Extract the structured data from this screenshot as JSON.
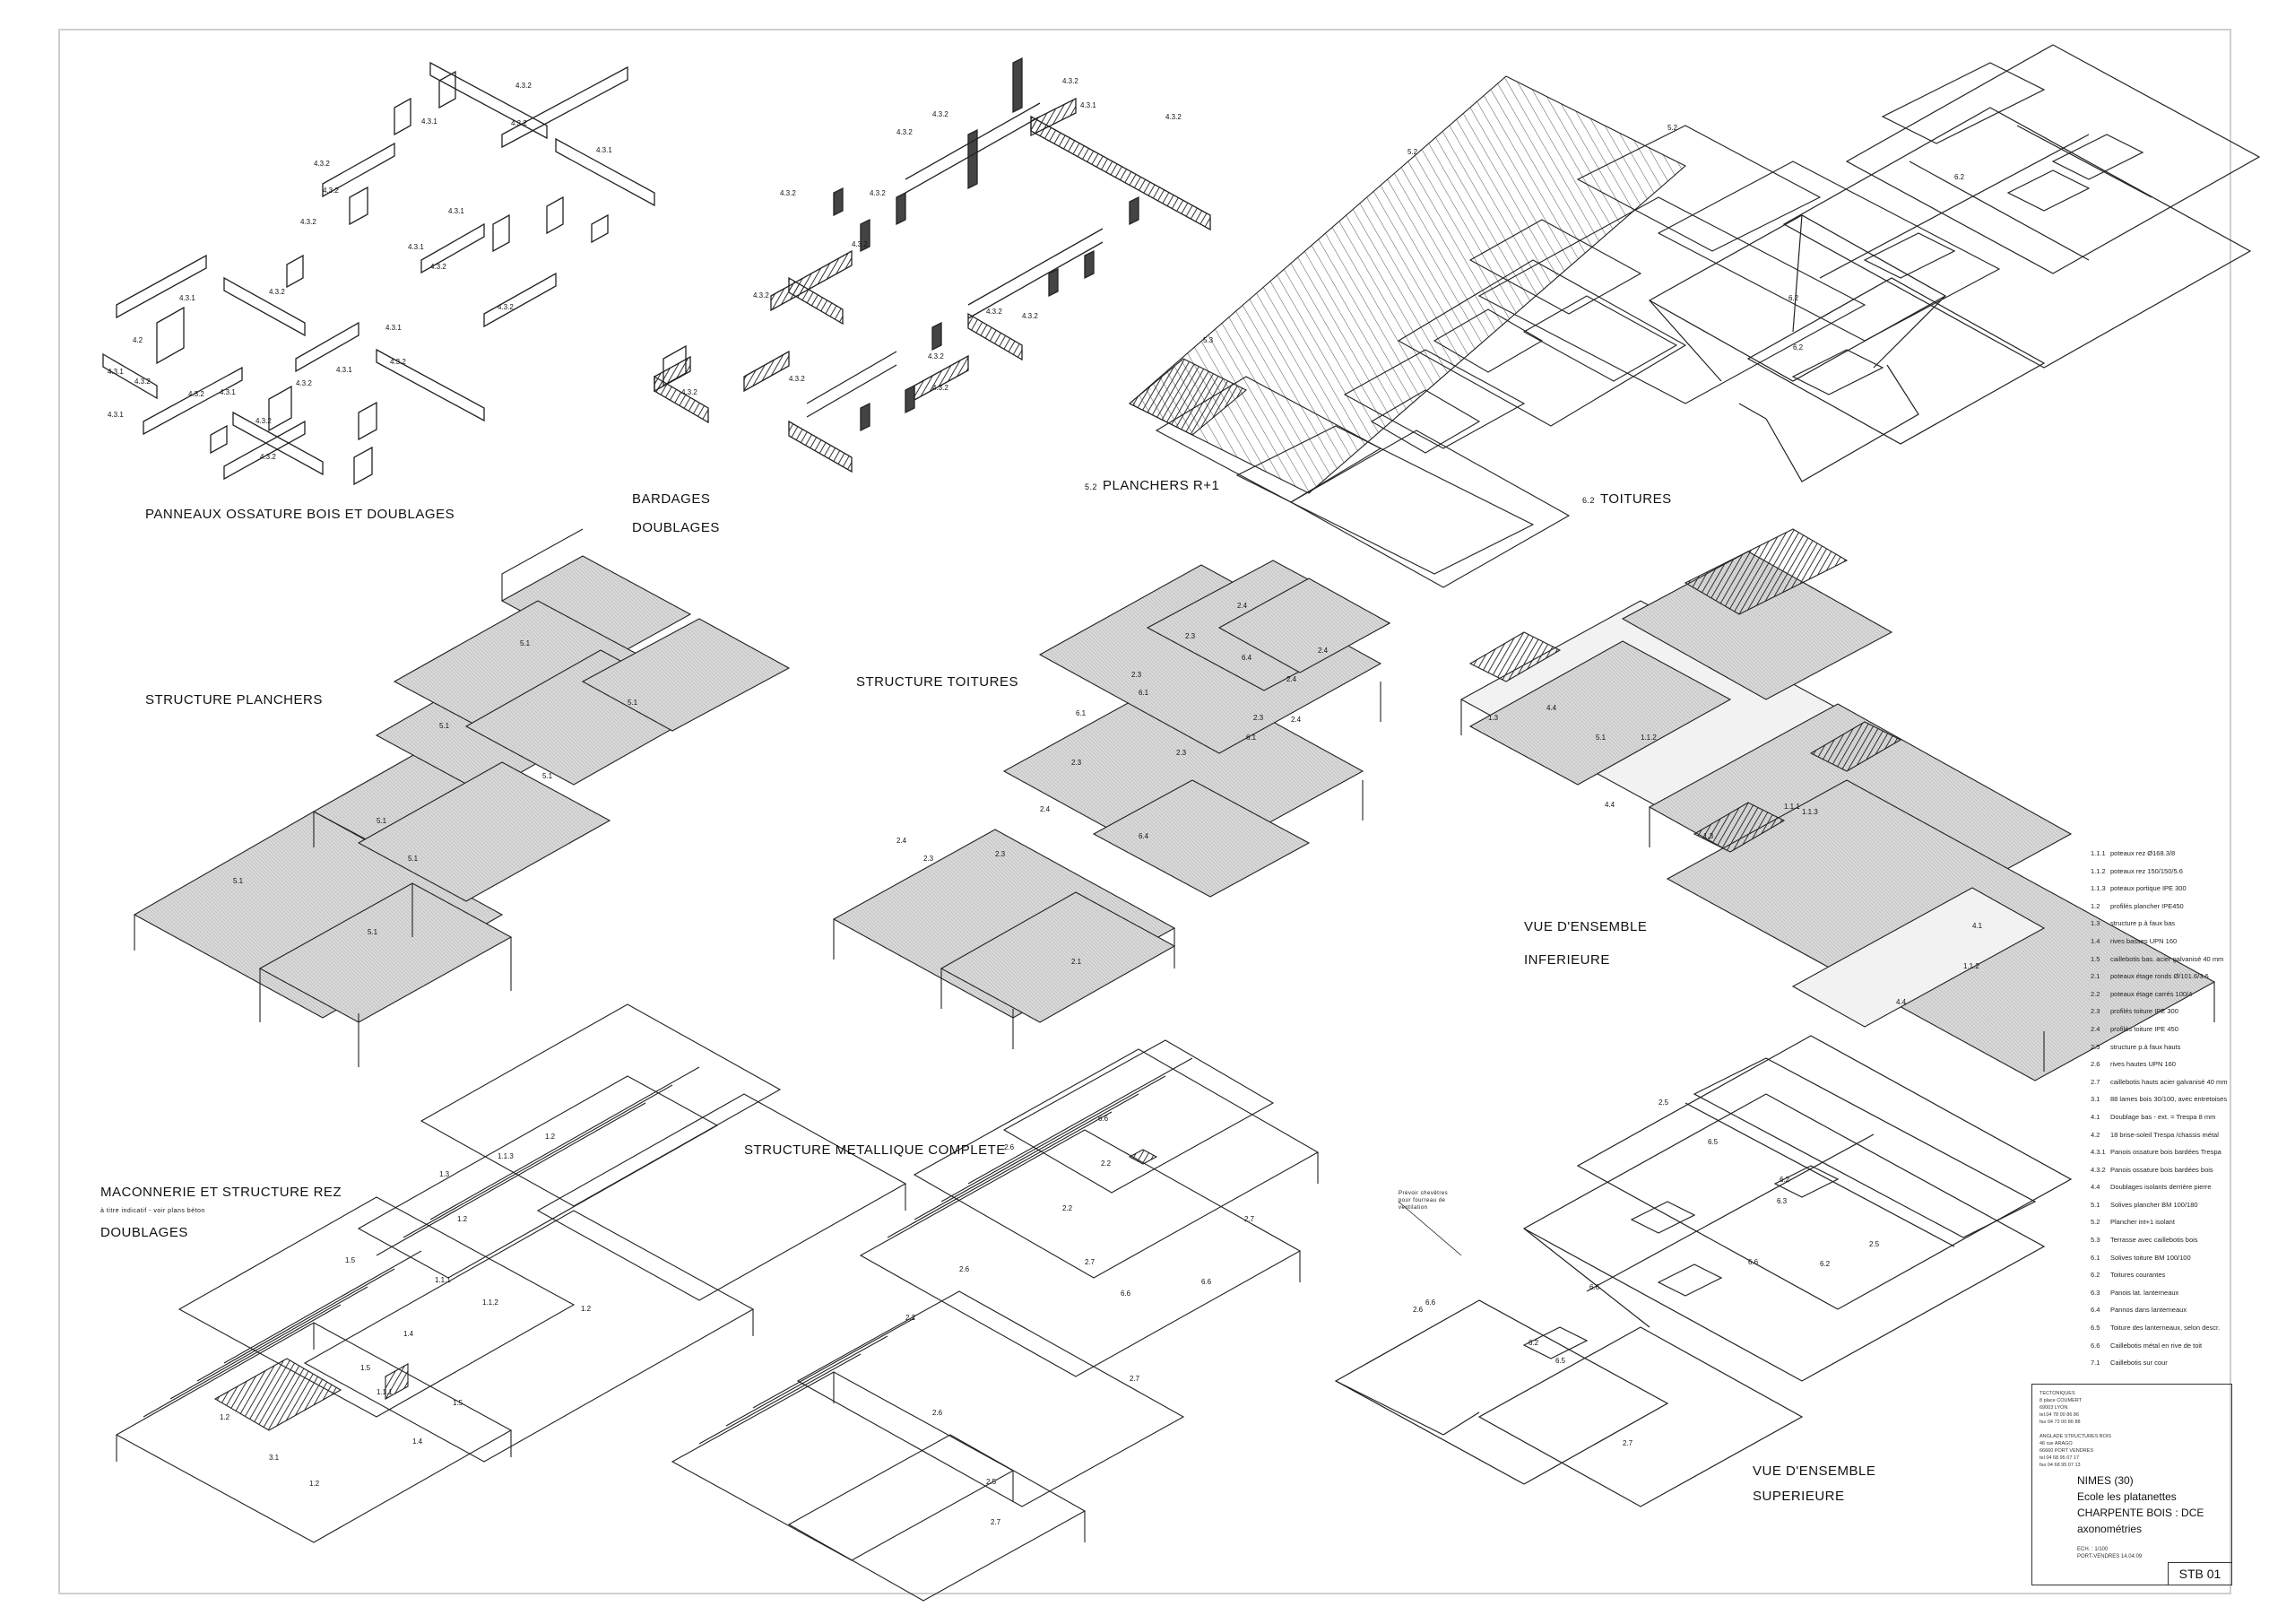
{
  "views": [
    {
      "id": "panneaux",
      "title": "PANNEAUX OSSATURE BOIS ET DOUBLAGES",
      "num": ""
    },
    {
      "id": "bardages",
      "title": "BARDAGES",
      "title2": "DOUBLAGES",
      "num": ""
    },
    {
      "id": "planchers",
      "title": "PLANCHERS R+1",
      "num": "5.2"
    },
    {
      "id": "toitures",
      "title": "TOITURES",
      "num": "6.2"
    },
    {
      "id": "struct-planchers",
      "title": "STRUCTURE PLANCHERS",
      "num": ""
    },
    {
      "id": "struct-toitures",
      "title": "STRUCTURE TOITURES",
      "num": ""
    },
    {
      "id": "vue-inf",
      "title": "VUE D'ENSEMBLE",
      "title2": "INFERIEURE",
      "num": ""
    },
    {
      "id": "maconnerie",
      "title": "MACONNERIE ET STRUCTURE REZ",
      "subnote": "à titre indicatif - voir plans béton",
      "title2": "DOUBLAGES",
      "num": ""
    },
    {
      "id": "metallique",
      "title": "STRUCTURE METALLIQUE COMPLETE",
      "num": ""
    },
    {
      "id": "vue-sup",
      "title": "VUE D'ENSEMBLE",
      "title2": "SUPERIEURE",
      "num": "",
      "callout": "Prévoir chevêtres pour fourreau de ventilation"
    }
  ],
  "legend": [
    {
      "code": "1.1.1",
      "text": "poteaux rez Ø168.3/8"
    },
    {
      "code": "1.1.2",
      "text": "poteaux rez 150/150/5.6"
    },
    {
      "code": "1.1.3",
      "text": "poteaux portique IPE 300"
    },
    {
      "code": "1.2",
      "text": "profilés plancher IPE450"
    },
    {
      "code": "1.3",
      "text": "structure p.à faux bas"
    },
    {
      "code": "1.4",
      "text": "rives basses UPN 160"
    },
    {
      "code": "1.5",
      "text": "caillebotis bas. acier galvanisé 40 mm"
    },
    {
      "code": "2.1",
      "text": "poteaux étage ronds Ø/101.6/3.6"
    },
    {
      "code": "2.2",
      "text": "poteaux étage carrés 100/4"
    },
    {
      "code": "2.3",
      "text": "profilés toiture IPE 300"
    },
    {
      "code": "2.4",
      "text": "profilés toiture IPE 450"
    },
    {
      "code": "2.5",
      "text": "structure p.à faux hauts"
    },
    {
      "code": "2.6",
      "text": "rives hautes UPN 160"
    },
    {
      "code": "2.7",
      "text": "caillebotis hauts acier galvanisé 40 mm"
    },
    {
      "code": "3.1",
      "text": "88 lames bois 30/100, avec entretoises"
    },
    {
      "code": "4.1",
      "text": "Doublage bas - ext. = Trespa 8 mm"
    },
    {
      "code": "4.2",
      "text": "18 brise-soleil Trespa /chassis métal"
    },
    {
      "code": "4.3.1",
      "text": "Panois ossature bois bardées Trespa"
    },
    {
      "code": "4.3.2",
      "text": "Panois ossature bois bardées bois"
    },
    {
      "code": "4.4",
      "text": "Doublages isolants derrière pierre"
    },
    {
      "code": "5.1",
      "text": "Solives plancher BM 100/180"
    },
    {
      "code": "5.2",
      "text": "Plancher int+1 isolant"
    },
    {
      "code": "5.3",
      "text": "Terrasse avec caillebotis bois"
    },
    {
      "code": "6.1",
      "text": "Solives toiture BM 100/100"
    },
    {
      "code": "6.2",
      "text": "Toitures courantes"
    },
    {
      "code": "6.3",
      "text": "Panois lat. lanterneaux"
    },
    {
      "code": "6.4",
      "text": "Pannos dans lanterneaux"
    },
    {
      "code": "6.5",
      "text": "Toiture des lanterneaux, selon descr."
    },
    {
      "code": "6.6",
      "text": "Caillebotis métal en rive de toit"
    },
    {
      "code": "7.1",
      "text": "Caillebotis sur cour"
    }
  ],
  "title_block": {
    "firm_lines": [
      "TECTONIQUES",
      "8 place COUMERT",
      "69003 LYON",
      "tel.04 78 00 86 86",
      "fax 04 72 00 86 88",
      "",
      "ANGLADE STRUCTURES BOIS",
      "46 rue ARAGO",
      "66660 PORT VENDRES",
      "tel 04 68 95 07 17",
      "fax 04 68 95 07 13"
    ],
    "project_lines": [
      "NIMES (30)",
      "Ecole les platanettes",
      "CHARPENTE BOIS : DCE",
      "axonométries"
    ],
    "scale_lines": [
      "ECH. : 1/100",
      "PORT-VENDRES   14.04.09"
    ],
    "sheet_code": "STB 01"
  },
  "labels": {
    "panneaux": [
      "4.3.2",
      "4.3.1",
      "4.3.2",
      "4.3.1",
      "4.3.2",
      "4.3.1",
      "4.3.2",
      "4.3.2",
      "4.3.1",
      "4.3.2",
      "4.3.1",
      "4.2",
      "4.3.1",
      "4.3.2",
      "4.3.2",
      "4.3.1",
      "4.3.2",
      "4.3.1",
      "4.3.2",
      "4.3.2",
      "4.3.1",
      "4.3.2",
      "4.3.1",
      "4.3.2",
      "4.3.2"
    ],
    "bardages": [
      "4.3.2",
      "4.3.1",
      "4.3.2",
      "4.3.2",
      "4.3.2",
      "4.3.2",
      "4.3.2",
      "4.3.2",
      "4.3.2",
      "4.3.2",
      "4.3.2",
      "4.3.2",
      "4.3.2",
      "4.3.2",
      "4.3.2"
    ],
    "planchers": [
      "5.3",
      "5.2",
      "5.2"
    ],
    "toitures": [
      "6.2",
      "6.2",
      "6.2"
    ],
    "struct_planchers": [
      "5.1",
      "5.1",
      "5.1",
      "5.1",
      "5.1",
      "5.1",
      "5.1",
      "5.1"
    ],
    "struct_toitures": [
      "2.4",
      "2.3",
      "2.4",
      "6.4",
      "6.1",
      "2.3",
      "2.4",
      "6.1",
      "2.3",
      "2.4",
      "2.3",
      "6.1",
      "2.3",
      "6.4",
      "2.4",
      "2.3",
      "2.4",
      "2.3",
      "2.1"
    ],
    "vue_inf": [
      "1.3",
      "4.4",
      "5.1",
      "1.1.2",
      "4.4",
      "1.1.1",
      "1.1.3",
      "1.3",
      "4.1",
      "1.1.2",
      "4.4"
    ],
    "maconnerie": [
      "1.2",
      "1.1.3",
      "1.3",
      "1.2",
      "1.5",
      "1.1.1",
      "1.1.2",
      "1.2",
      "1.4",
      "1.5",
      "1.1.1",
      "1.2",
      "3.1",
      "1.2",
      "1.5",
      "1.4"
    ],
    "metallique": [
      "6.6",
      "2.6",
      "2.2",
      "2.7",
      "2.2",
      "2.7",
      "2.6",
      "6.6",
      "2.2",
      "2.5",
      "2.7",
      "2.6",
      "6.6",
      "2.7"
    ],
    "vue_sup": [
      "2.5",
      "6.6",
      "6.5",
      "6.2",
      "6.3",
      "6.6",
      "2.6",
      "6.2",
      "6.5",
      "6.2",
      "2.7",
      "6.6",
      "2.5"
    ]
  }
}
